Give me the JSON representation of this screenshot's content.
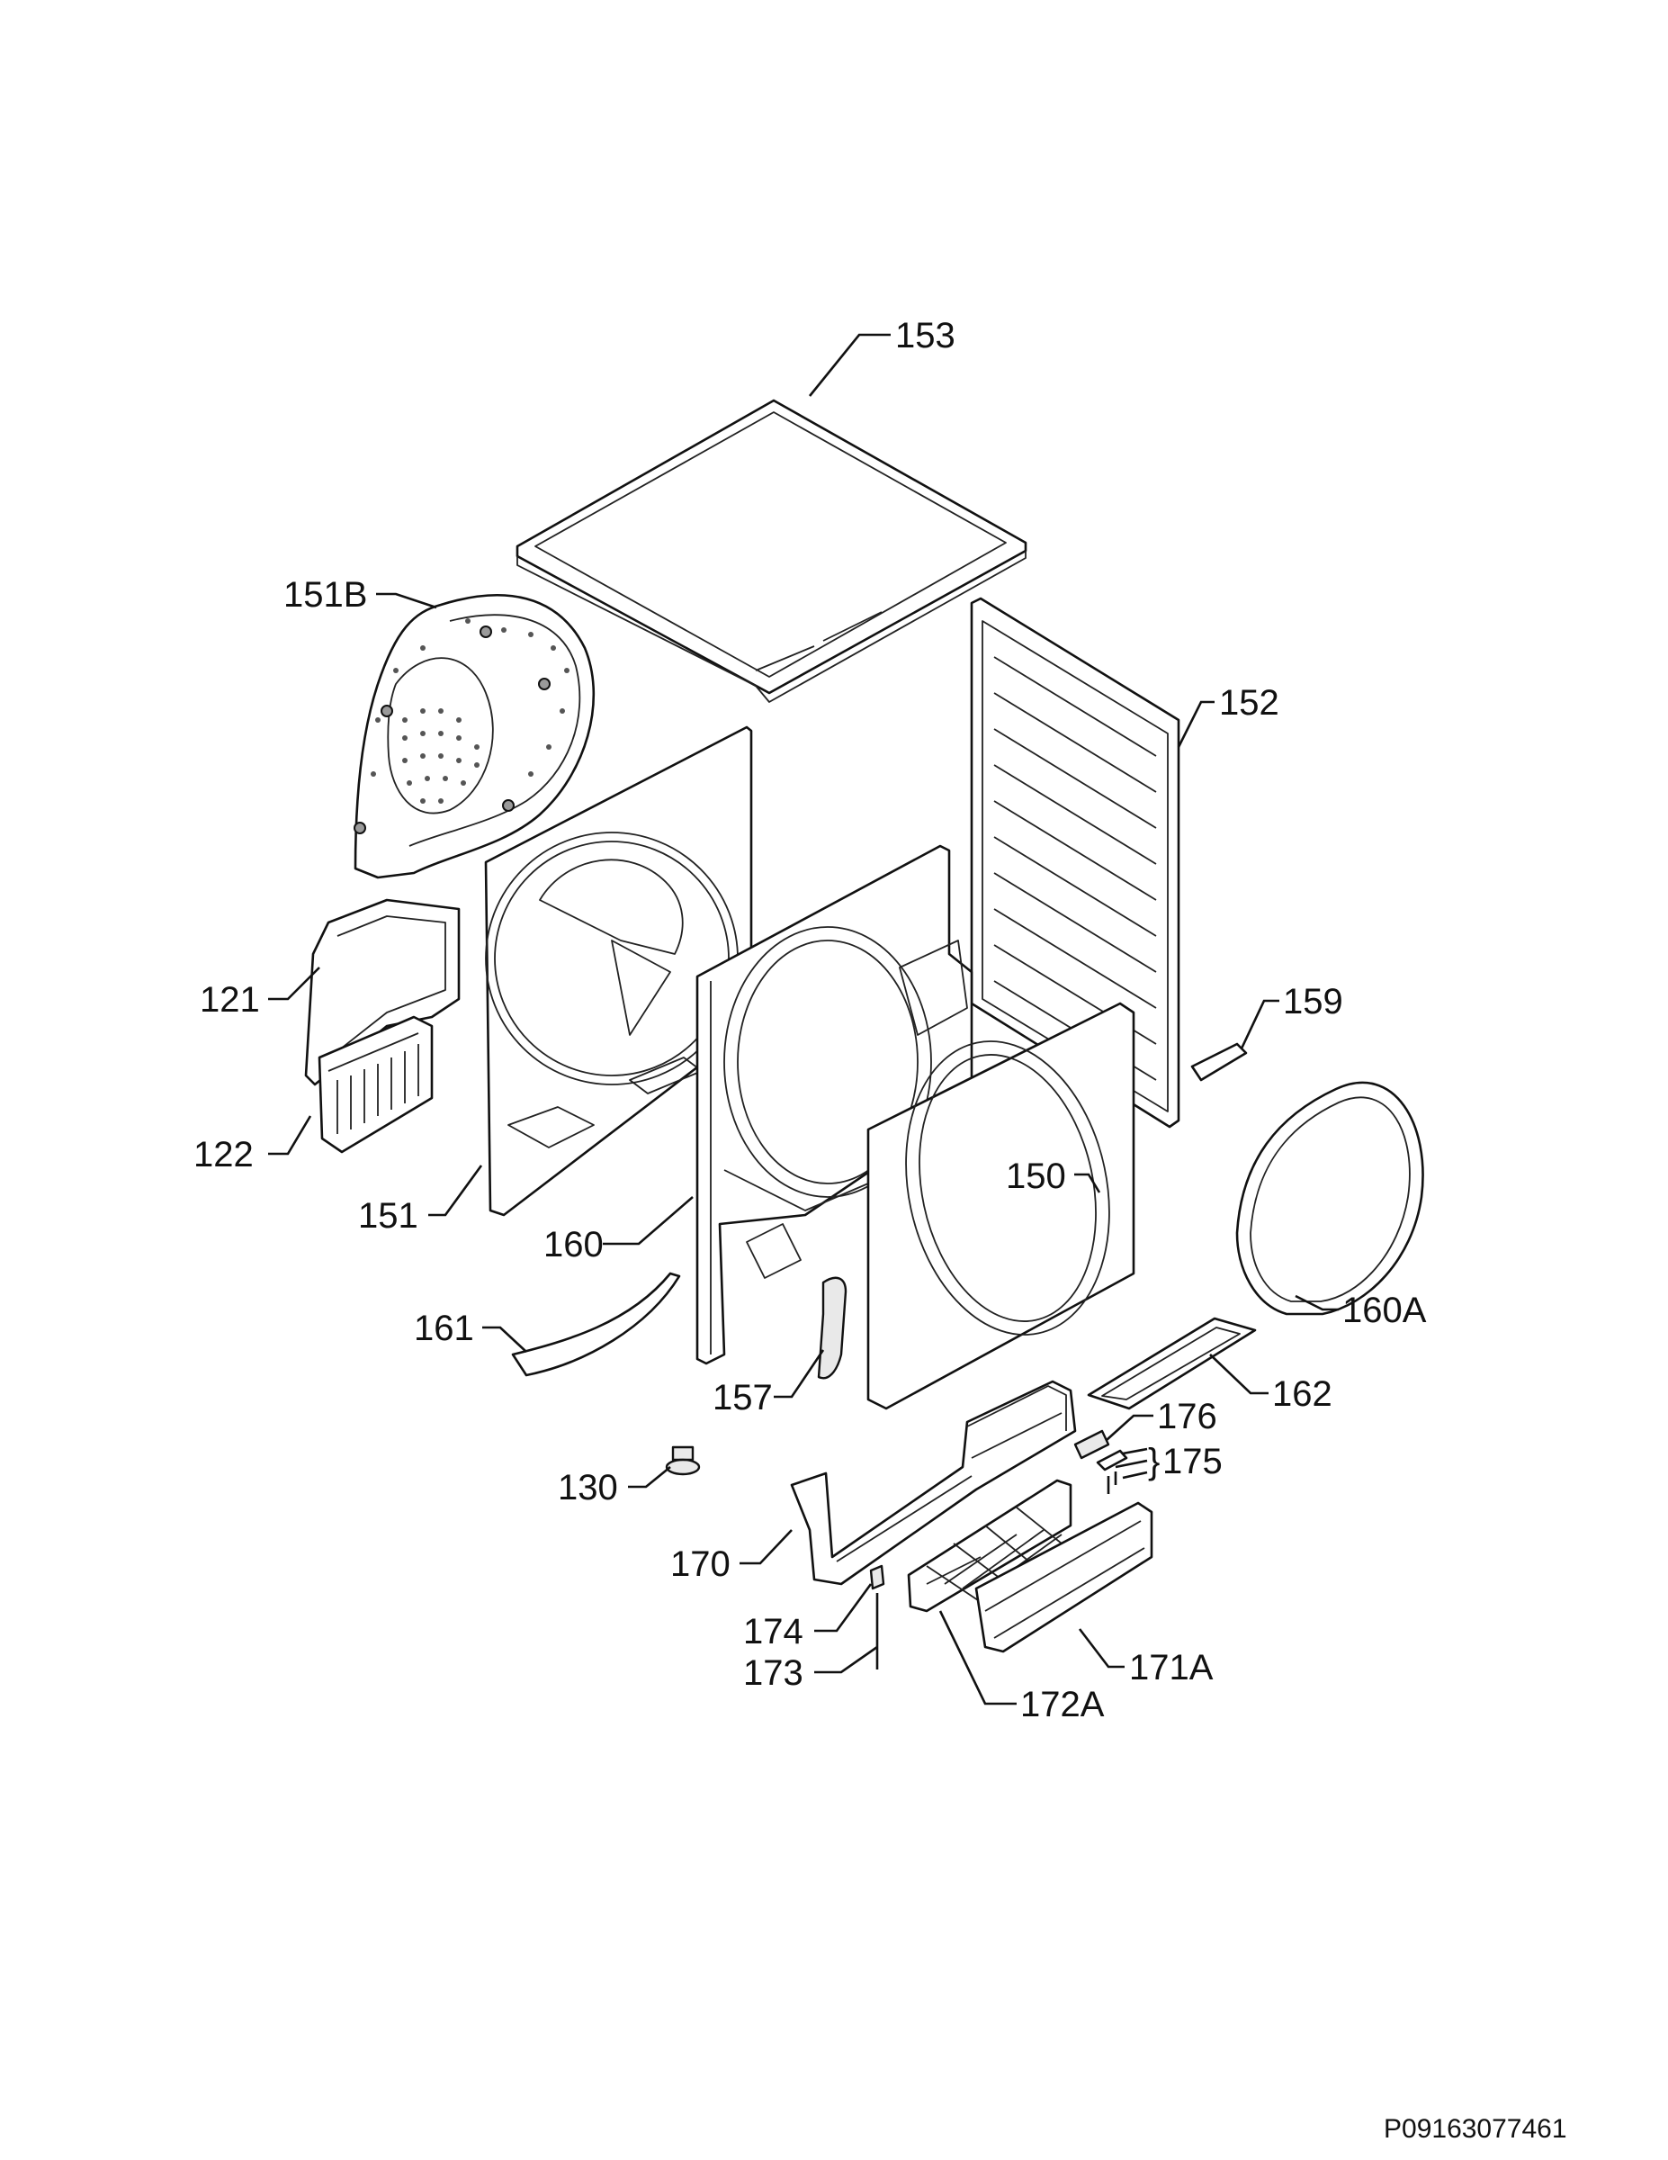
{
  "diagram": {
    "parts": [
      {
        "id": "p153",
        "label": "153"
      },
      {
        "id": "p151B",
        "label": "151B"
      },
      {
        "id": "p152",
        "label": "152"
      },
      {
        "id": "p121",
        "label": "121"
      },
      {
        "id": "p122",
        "label": "122"
      },
      {
        "id": "p151",
        "label": "151"
      },
      {
        "id": "p159",
        "label": "159"
      },
      {
        "id": "p150",
        "label": "150"
      },
      {
        "id": "p160",
        "label": "160"
      },
      {
        "id": "p160A",
        "label": "160A"
      },
      {
        "id": "p161",
        "label": "161"
      },
      {
        "id": "p162",
        "label": "162"
      },
      {
        "id": "p157",
        "label": "157"
      },
      {
        "id": "p176",
        "label": "176"
      },
      {
        "id": "p175",
        "label": "175"
      },
      {
        "id": "p130",
        "label": "130"
      },
      {
        "id": "p170",
        "label": "170"
      },
      {
        "id": "p174",
        "label": "174"
      },
      {
        "id": "p173",
        "label": "173"
      },
      {
        "id": "p171A",
        "label": "171A"
      },
      {
        "id": "p172A",
        "label": "172A"
      }
    ],
    "bracket_glyph": "}"
  },
  "document": {
    "code": "P09163077461"
  }
}
